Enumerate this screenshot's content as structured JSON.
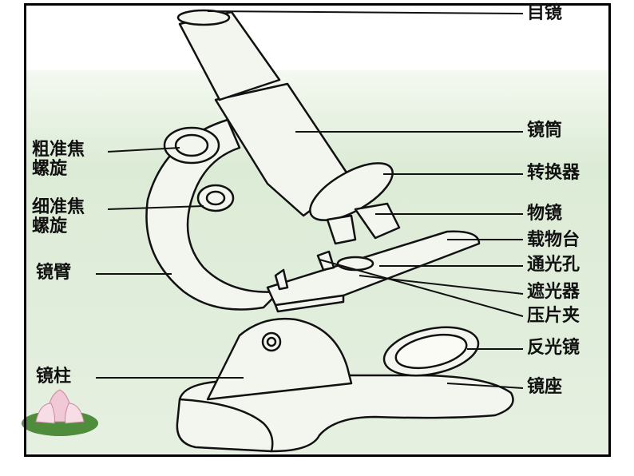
{
  "labels": {
    "eyepiece": "目镜",
    "tube": "镜筒",
    "nosepiece": "转换器",
    "objective": "物镜",
    "stage": "载物台",
    "aperture": "通光孔",
    "diaphragm": "遮光器",
    "clip": "压片夹",
    "mirror": "反光镜",
    "base": "镜座",
    "coarse_line1": "粗准焦",
    "coarse_line2": "螺旋",
    "fine_line1": "细准焦",
    "fine_line2": "螺旋",
    "arm": "镜臂",
    "pillar": "镜柱"
  },
  "colors": {
    "background_green": "#dcebd6",
    "line": "#111111",
    "body_fill": "#f3f6ee",
    "lotus_pink": "#f1c9d6"
  }
}
